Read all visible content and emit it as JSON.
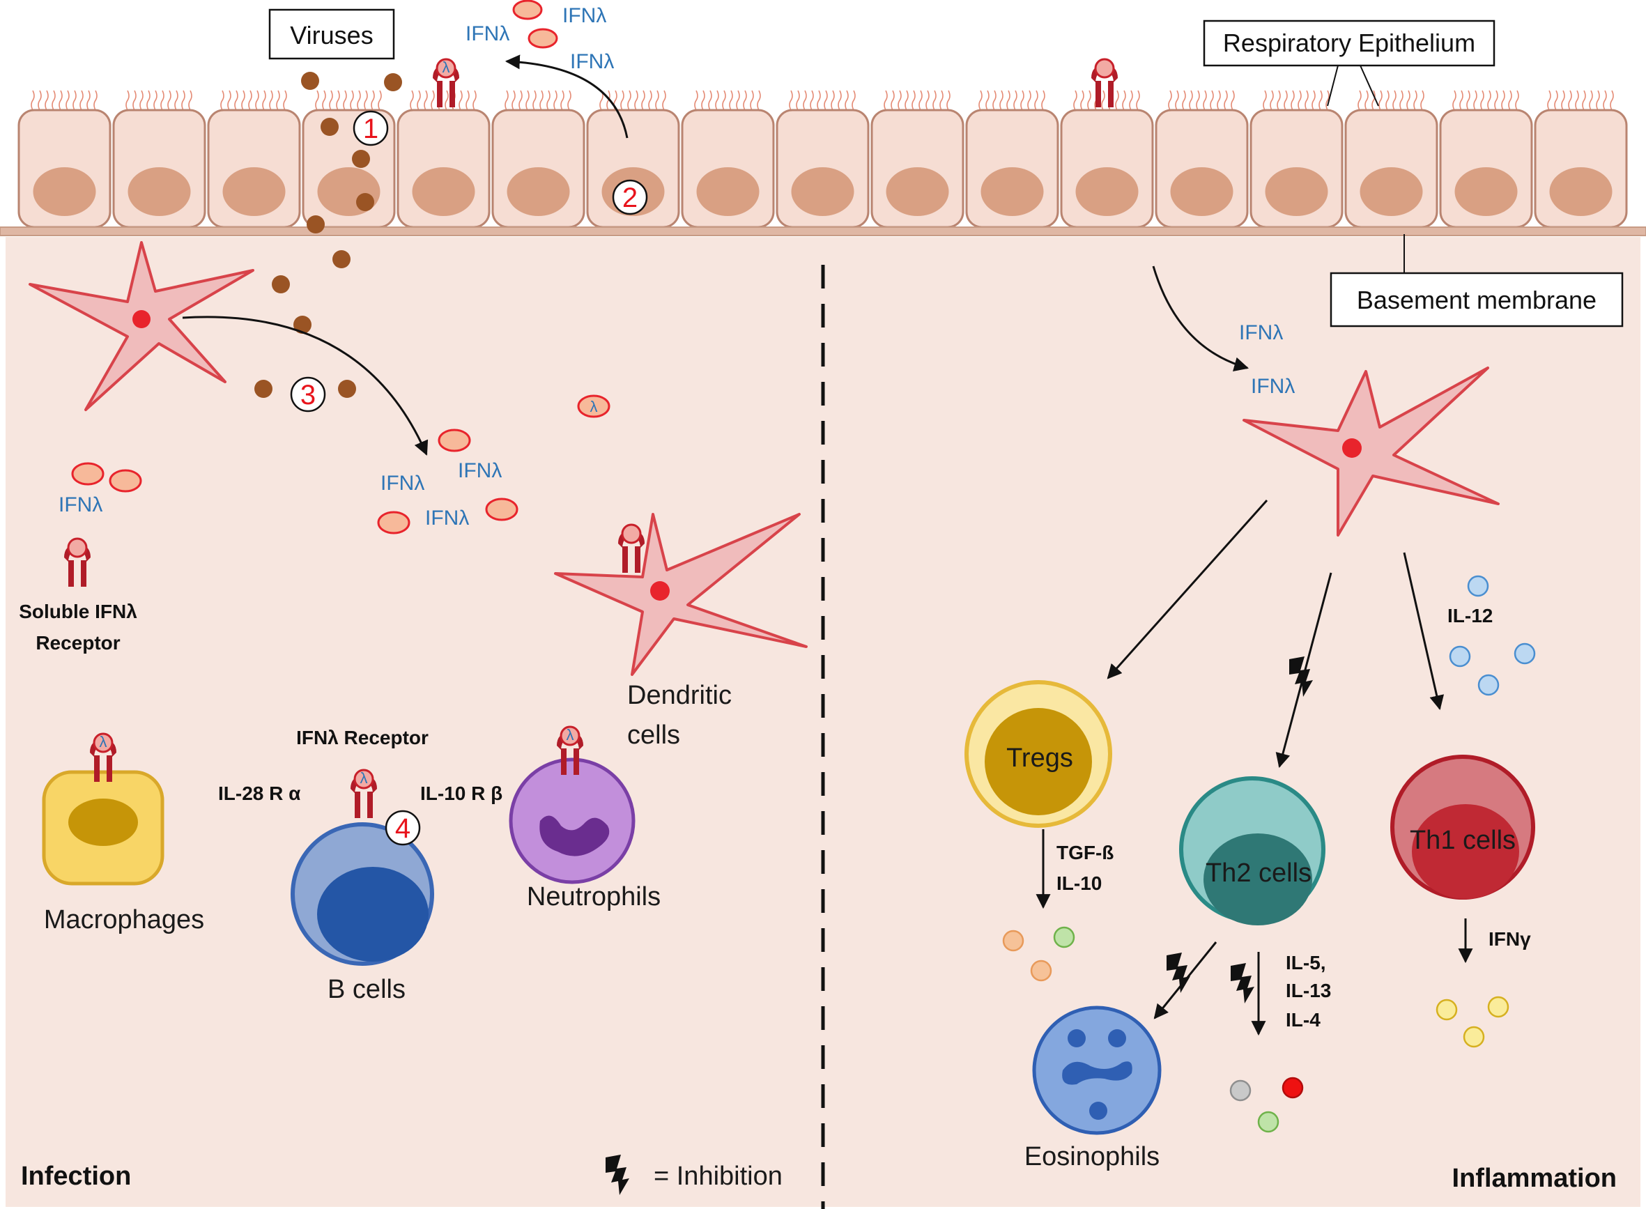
{
  "labels": {
    "viruses": "Viruses",
    "respiratory_epithelium": "Respiratory Epithelium",
    "basement_membrane": "Basement membrane",
    "ifn_lambda": "IFNλ",
    "lambda": "λ",
    "soluble_receptor_line1": "Soluble IFNλ",
    "soluble_receptor_line2": "Receptor",
    "ifn_receptor": "IFNλ Receptor",
    "il28": "IL-28 R α",
    "il10rb": "IL-10 R β",
    "dendritic_line1": "Dendritic",
    "dendritic_line2": "cells",
    "macrophages": "Macrophages",
    "b_cells": "B cells",
    "neutrophils": "Neutrophils",
    "tregs": "Tregs",
    "th2": "Th2 cells",
    "th1": "Th1 cells",
    "eosinophils": "Eosinophils",
    "il12": "IL-12",
    "tgf": "TGF-ß",
    "il10": "IL-10",
    "il5": "IL-5,",
    "il13": "IL-13",
    "il4": "IL-4",
    "ifng": "IFNγ",
    "infection": "Infection",
    "inflammation": "Inflammation",
    "inhibition_legend": "= Inhibition"
  },
  "steps": [
    "1",
    "2",
    "3",
    "4"
  ],
  "colors": {
    "background": "#f7e6df",
    "epithelial_cell": "#f6ddd3",
    "nucleus": "#d9a083",
    "dendritic": "#f0bcbc",
    "dendritic_outline": "#d8434a",
    "virus": "#9a5424",
    "receptor": "#b01c28",
    "ifn_label": "#2e75b6",
    "macrophage": "#f8d566",
    "bcell": "#8fa8d4",
    "neutrophil": "#c28fdb",
    "treg": "#fae7a3",
    "th2": "#8fcbc8",
    "th1": "#d67a80",
    "eosinophil": "#84a7de"
  }
}
